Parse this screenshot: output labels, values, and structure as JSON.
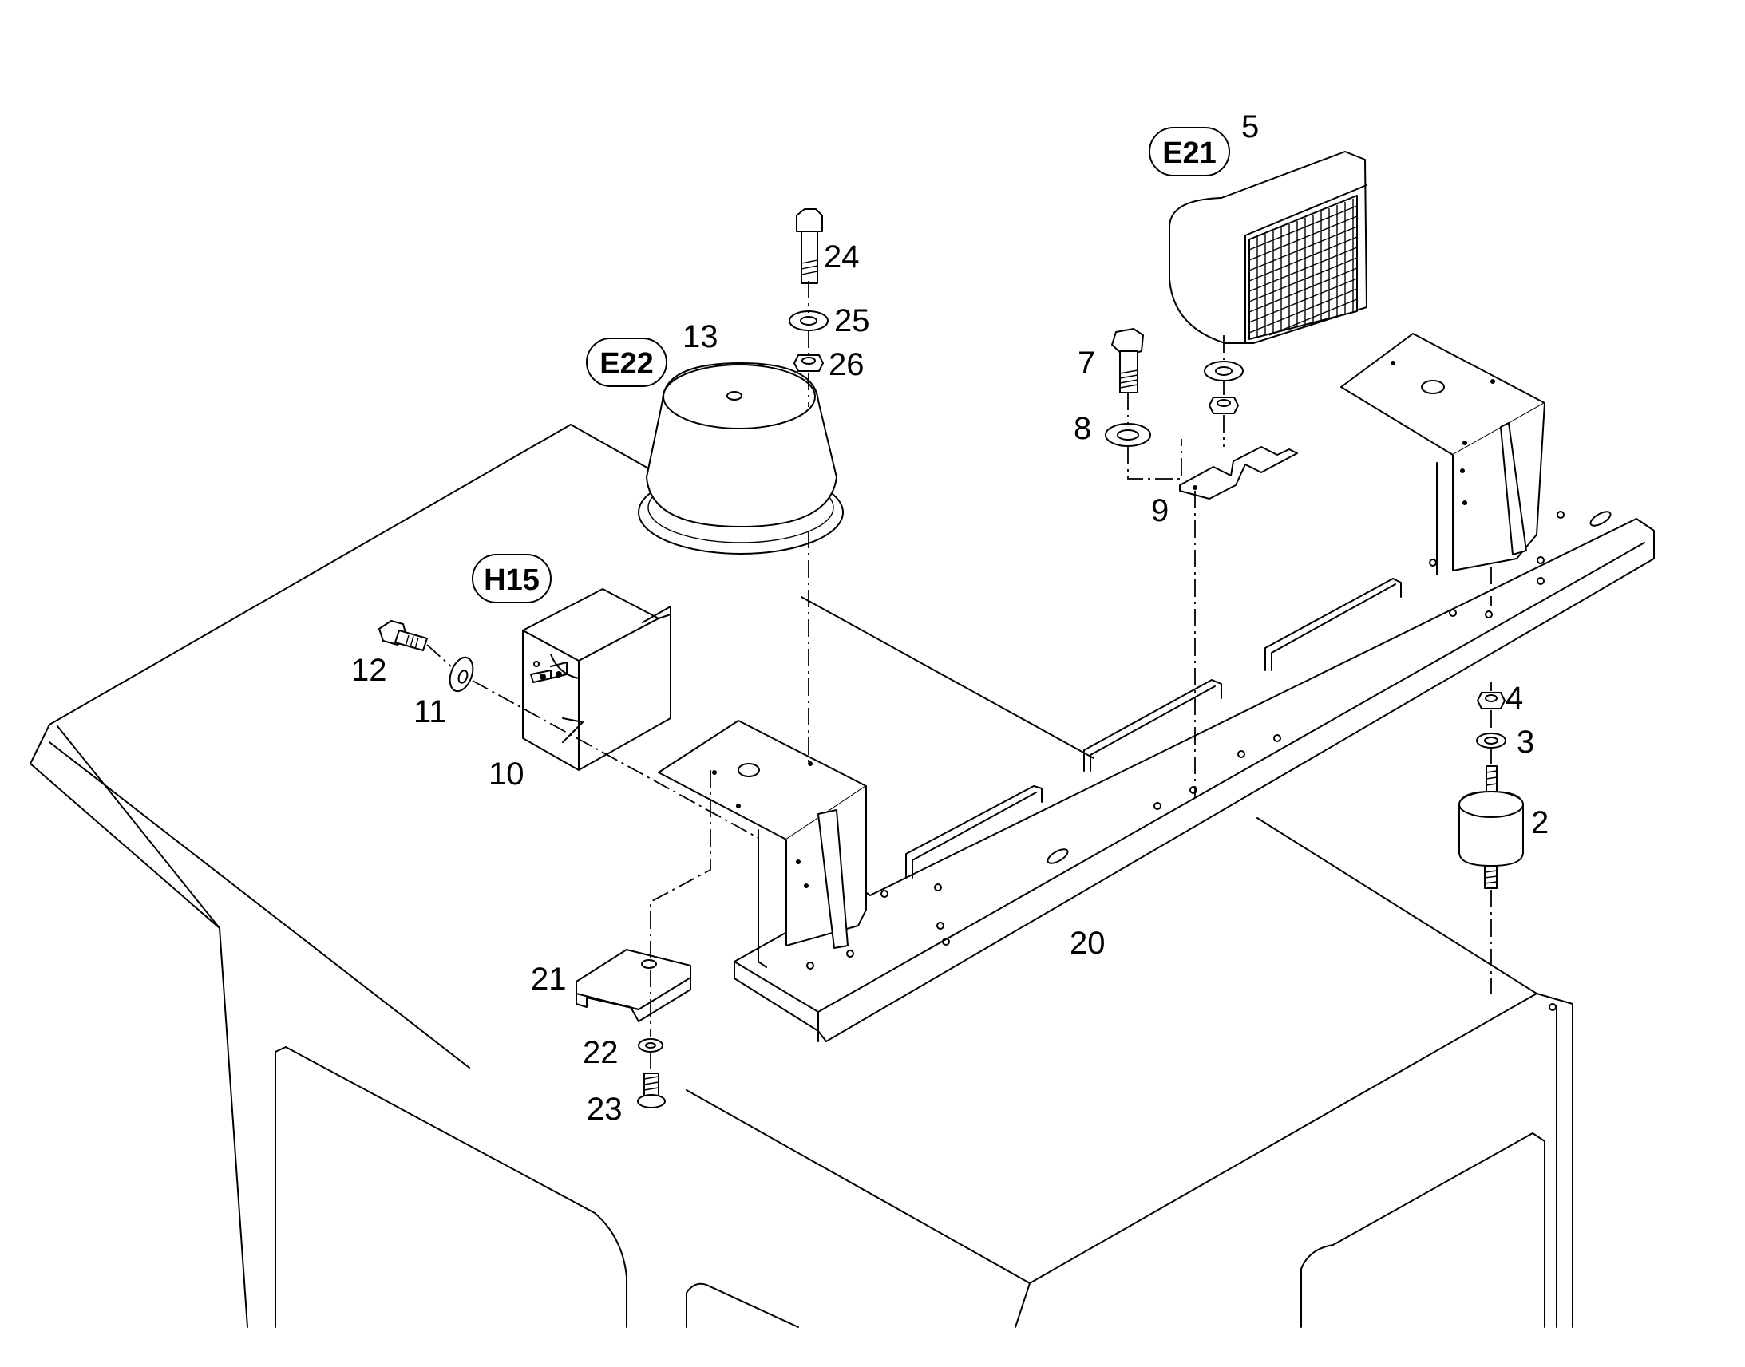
{
  "diagram": {
    "callouts": [
      {
        "id": "c2",
        "label": "2"
      },
      {
        "id": "c3",
        "label": "3"
      },
      {
        "id": "c4",
        "label": "4"
      },
      {
        "id": "c5",
        "label": "5"
      },
      {
        "id": "c7",
        "label": "7"
      },
      {
        "id": "c8",
        "label": "8"
      },
      {
        "id": "c9",
        "label": "9"
      },
      {
        "id": "c10",
        "label": "10"
      },
      {
        "id": "c11",
        "label": "11"
      },
      {
        "id": "c12",
        "label": "12"
      },
      {
        "id": "c13",
        "label": "13"
      },
      {
        "id": "c20",
        "label": "20"
      },
      {
        "id": "c21",
        "label": "21"
      },
      {
        "id": "c22",
        "label": "22"
      },
      {
        "id": "c23",
        "label": "23"
      },
      {
        "id": "c24",
        "label": "24"
      },
      {
        "id": "c25",
        "label": "25"
      },
      {
        "id": "c26",
        "label": "26"
      }
    ],
    "references": [
      {
        "id": "e22",
        "label": "E22"
      },
      {
        "id": "e21",
        "label": "E21"
      },
      {
        "id": "h15",
        "label": "H15"
      }
    ]
  }
}
